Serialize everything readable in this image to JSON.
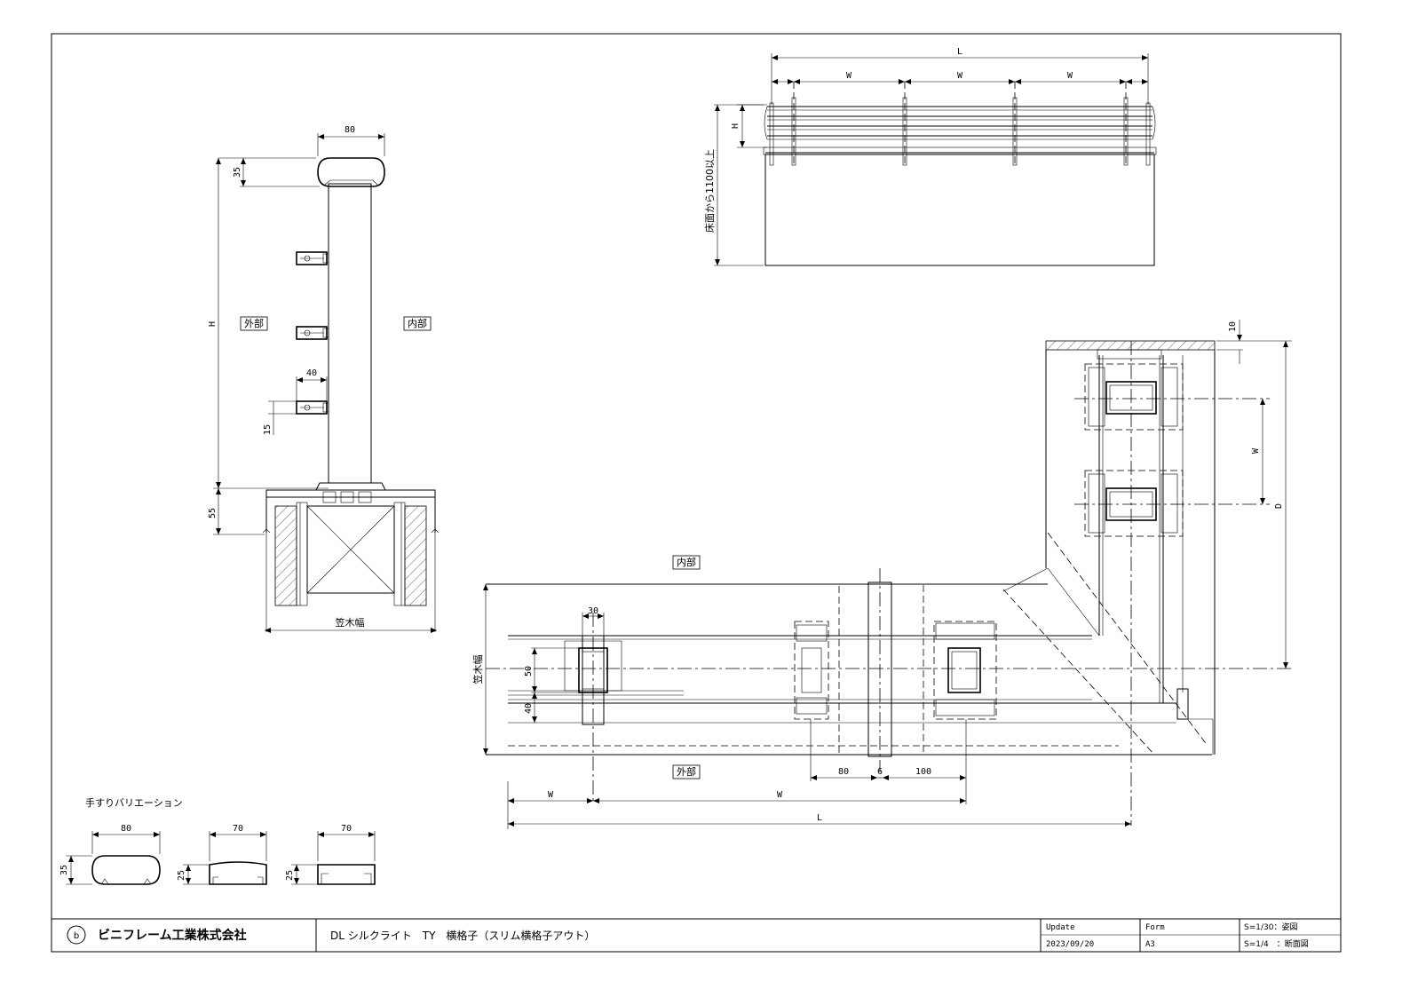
{
  "section": {
    "dims": {
      "width_top": "80",
      "height_top": "35",
      "height": "H",
      "bar_width": "40",
      "bar_height": "15",
      "base_height": "55",
      "bottom_width": "笠木幅"
    },
    "outside_label": "外部",
    "inside_label": "内部"
  },
  "elevation": {
    "length": "L",
    "width_1": "W",
    "width_2": "W",
    "width_3": "W",
    "height": "H",
    "floor_label": "床面から1100以上"
  },
  "plan": {
    "inside_label": "内部",
    "outside_label": "外部",
    "width_label": "笠木幅",
    "dim_30": "30",
    "dim_50": "50",
    "dim_40": "40",
    "dim_80": "80",
    "dim_6": "6",
    "dim_100": "100",
    "dim_w_left": "W",
    "dim_w_mid": "W",
    "dim_l": "L",
    "dim_10": "10",
    "dim_w_right": "W",
    "dim_d": "D"
  },
  "variations": {
    "title": "手すりバリエーション",
    "items": [
      {
        "width": "80",
        "height": "35"
      },
      {
        "width": "70",
        "height": "25"
      },
      {
        "width": "70",
        "height": "25"
      }
    ]
  },
  "title_block": {
    "company": "ビニフレーム工業株式会社",
    "product": "DL シルクライト　TY　横格子（スリム横格子アウト）",
    "update_label": "Update",
    "update_date": "2023/09/20",
    "form_label": "Form",
    "form_value": "A3",
    "scale_1": "S=1/30：姿図",
    "scale_2": "S=1/4　：断面図"
  }
}
